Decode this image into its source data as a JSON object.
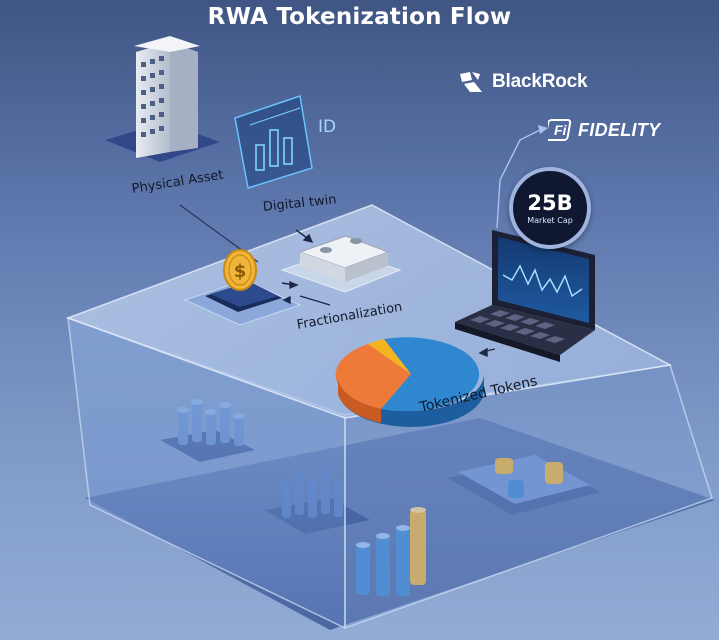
{
  "title": "RWA Tokenization Flow",
  "labels": {
    "physical_asset": "Physical Asset",
    "digital_twin": "Digital twin",
    "id_tag": "ID",
    "fractionalization": "Fractionalization",
    "tokenized_tokens": "Tokenized Tokens"
  },
  "brands": {
    "blackrock": "BlackRock",
    "fidelity": "FIDELITY"
  },
  "market_cap": {
    "value": "25B",
    "caption": "Market Cap"
  },
  "colors": {
    "background_top": "#3f5583",
    "background_bottom": "#93acd6",
    "pie_blue": "#2f87cf",
    "pie_orange": "#ee7a3a",
    "pie_yellow": "#f4b41d",
    "coin_gold": "#f0b53a",
    "coin_blue": "#3a86d4",
    "badge_dark": "#0f1830"
  },
  "icons": [
    "building-icon",
    "digital-twin-chart-icon",
    "dollar-coin-icon",
    "banknote-stack-icon",
    "laptop-icon",
    "pie-chart-icon",
    "coin-stack-icon",
    "blackrock-logo",
    "fidelity-logo"
  ]
}
